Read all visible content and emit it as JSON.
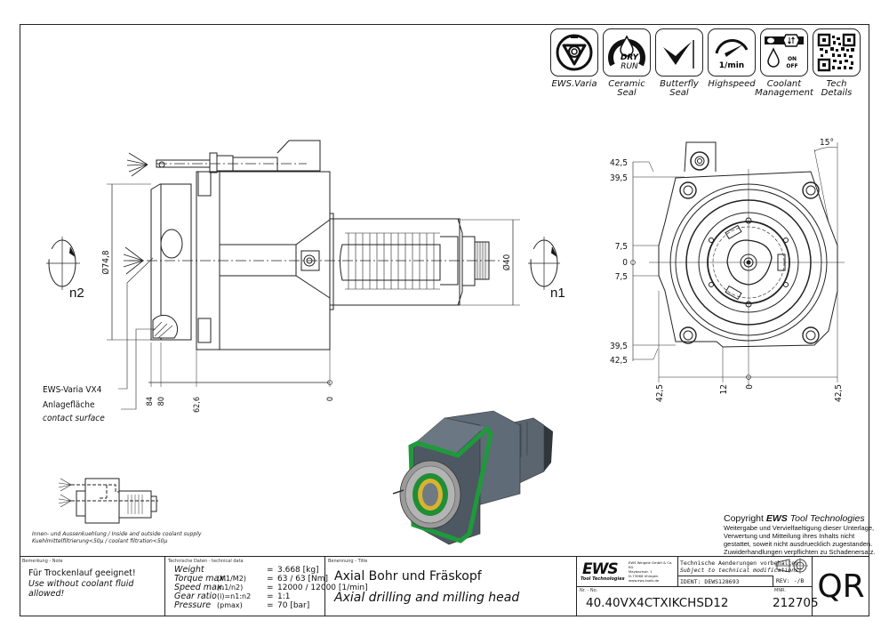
{
  "feature_icons": [
    {
      "icon": "ews-varia-icon",
      "label": "EWS.Varia"
    },
    {
      "icon": "ceramic-seal-dry-run-icon",
      "label": "Ceramic\nSeal",
      "badge_top": "DRY",
      "badge_bottom": "RUN"
    },
    {
      "icon": "butterfly-seal-icon",
      "label": "Butterfly\nSeal"
    },
    {
      "icon": "highspeed-gauge-icon",
      "label": "Highspeed",
      "badge": "1/min"
    },
    {
      "icon": "coolant-management-icon",
      "label": "Coolant\nManagement",
      "badge_on": "ON",
      "badge_off": "OFF"
    },
    {
      "icon": "qr-code-icon",
      "label": "Tech\nDetails"
    }
  ],
  "side_view": {
    "diameter_left": "Ø74,8",
    "diameter_right": "Ø40",
    "rotation_left": "n2",
    "rotation_right": "n1",
    "dims_bottom": [
      "84",
      "80",
      "62,6",
      "0"
    ],
    "callout_1": "EWS-Varia VX4",
    "callout_2": "Anlagefläche",
    "callout_3": "contact surface"
  },
  "front_view": {
    "dims_left": [
      "42,5",
      "39,5",
      "7,5",
      "0",
      "7,5",
      "39,5",
      "42,5"
    ],
    "dims_bottom": [
      "42,5",
      "12",
      "0",
      "42,5"
    ],
    "angle": "15°"
  },
  "coolant_note": {
    "line1": "Innen- und Aussenkuehlung / Inside and outside coolant supply",
    "line2": "Kuehlmittelfiltrierung<50µ / coolant filtration<50µ"
  },
  "copyright": {
    "heading_prefix": "Copyright ",
    "heading_brand": "EWS",
    "heading_suffix": " Tool Technologies",
    "lines": [
      "Weitergabe und Vervielfaeltigung dieser Unterlage,",
      "Verwertung und Mitteilung ihres Inhalts nicht",
      "gestattet, soweit nicht ausdruecklich zugestanden.",
      "Zuwiderhandlungen verpflichten zu Schadenersatz."
    ]
  },
  "title_block": {
    "note_label": "Bemerkung - Note",
    "note_de": "Für Trockenlauf geeignet!",
    "note_en": "Use without coolant fluid allowed!",
    "tech_label": "Technische Daten - technical data",
    "tech_data": [
      {
        "key": "Weight",
        "unit": "",
        "value": "3.668 [kg]"
      },
      {
        "key": "Torque max.",
        "unit": "(M1/M2)",
        "value": "63 / 63 [Nm]"
      },
      {
        "key": "Speed max.",
        "unit": "(n1/n2)",
        "value": "12000 / 12000 [1/min]"
      },
      {
        "key": "Gear ratio",
        "unit": "(i)=n1:n2",
        "value": "1:1"
      },
      {
        "key": "Pressure",
        "unit": "(pmax)",
        "value": "70 [bar]"
      }
    ],
    "title_label": "Benennung - Title",
    "title_de": "Axial Bohr und Fräskopf",
    "title_en": "Axial drilling and milling head",
    "company_logo": "EWS",
    "company_sub": "Tool Technologies",
    "company_address": [
      "EWS Weigele GmbH & Co. KG",
      "Maybachstr. 1",
      "D-73066 Uhingen",
      "www.ews-tools.de"
    ],
    "change_de": "Technische Aenderungen vorbehalten!",
    "change_en": "Subject to technical modifications!",
    "ident_label": "IDENT:",
    "ident_value": "DEWS128693",
    "rev_label": "REV:",
    "rev_value": "-/B",
    "nr_label": "Nr. - No.",
    "nr_value": "40.40VX4CTXIKCHSD12",
    "mnr_label": "MNR.",
    "mnr_value": "212705",
    "qr_label": "QR"
  }
}
